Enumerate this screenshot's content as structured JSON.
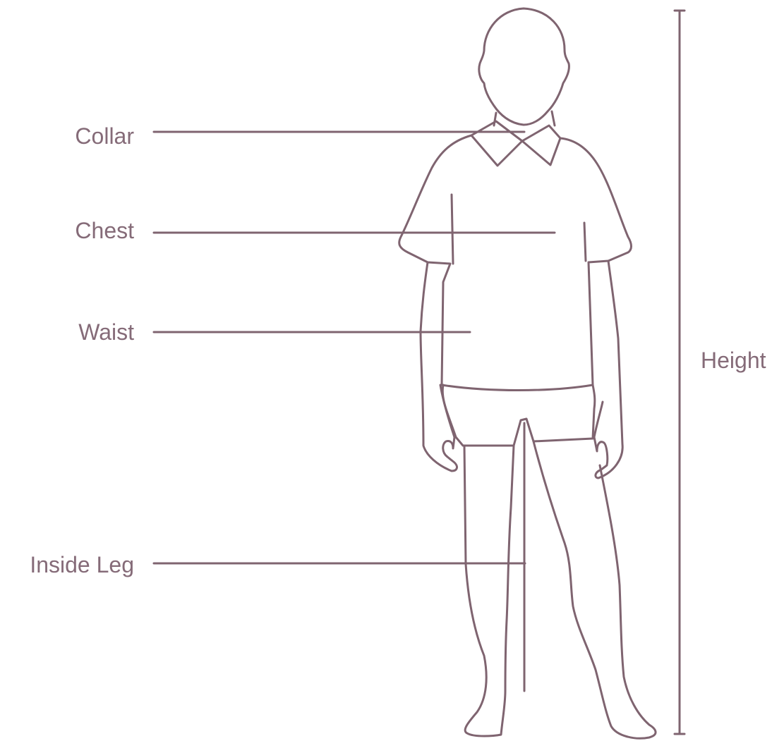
{
  "labels": {
    "collar": "Collar",
    "chest": "Chest",
    "waist": "Waist",
    "inside_leg": "Inside Leg",
    "height": "Height"
  },
  "colors": {
    "line": "#7f6470",
    "text": "#856b78",
    "background": "#ffffff"
  }
}
